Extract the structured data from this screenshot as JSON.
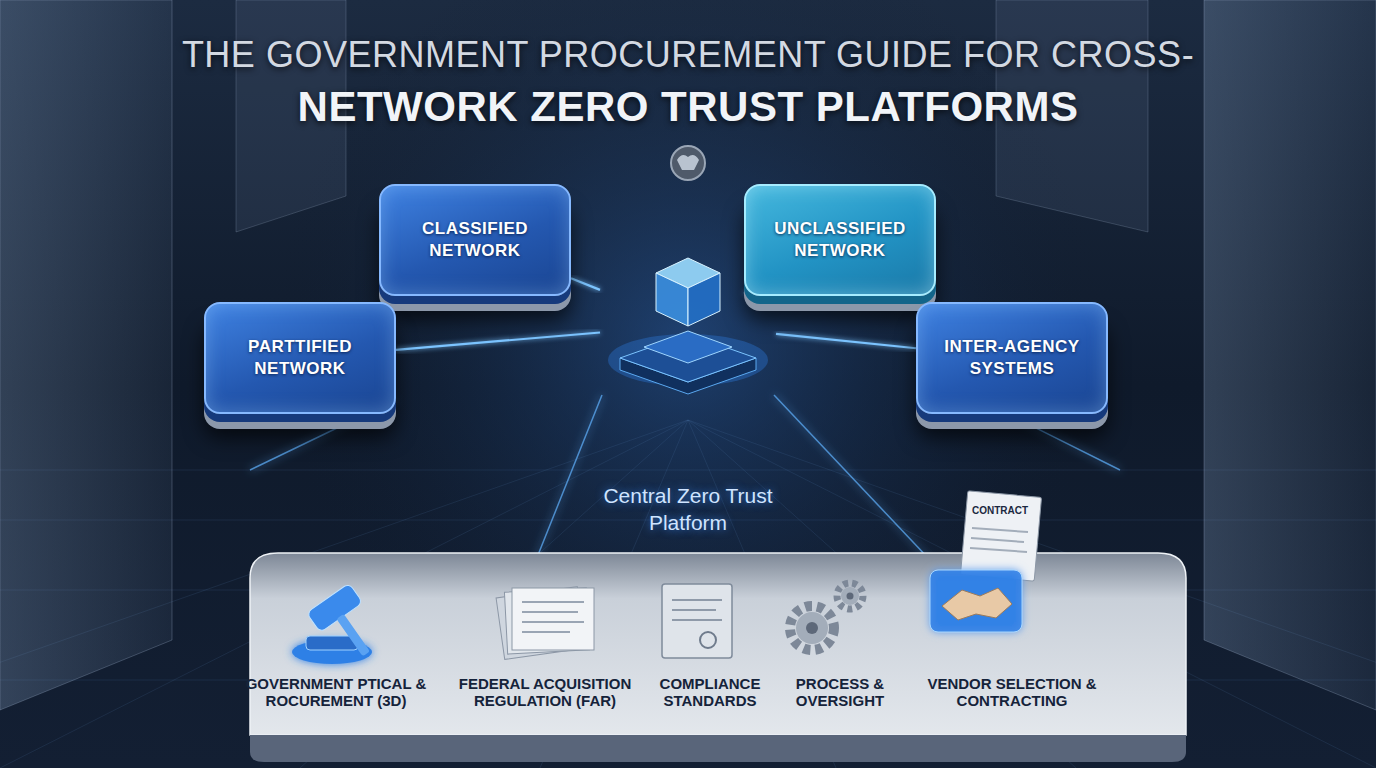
{
  "diagram": {
    "title": "THE GOVERNMENT PROCUREMENT GUIDE FOR CROSS-NETWORK ZERO TRUST PLATFORMS",
    "nodes": [
      {
        "text": [
          "CLASSIFIED NETWORK"
        ]
      },
      {
        "text": [
          "UNCLASSIFIED NETWORK"
        ]
      },
      {
        "text": [
          "PARTTIFIED NETWORK"
        ]
      },
      {
        "text": [
          "Central Zero Trust Platform"
        ]
      },
      {
        "text": [
          "INTER-AGENCY SYSTEMS"
        ]
      }
    ],
    "edges": [
      {
        "from": 0,
        "to": 3,
        "arrow": "none"
      },
      {
        "from": 1,
        "to": 3,
        "arrow": "none"
      },
      {
        "from": 2,
        "to": 3,
        "arrow": "none"
      },
      {
        "from": 4,
        "to": 3,
        "arrow": "none"
      }
    ],
    "labels": [
      "CONTRACT",
      "GOVERNMENT PTICAL & ROCUREMENT (3D)",
      "FEDERAL ACQUISITION REGULATION (FAR)",
      "COMPLIANCE STANDARDS",
      "PROCESS & OVERSIGHT",
      "VENDOR SELECTION & CONTRACTING"
    ]
  }
}
